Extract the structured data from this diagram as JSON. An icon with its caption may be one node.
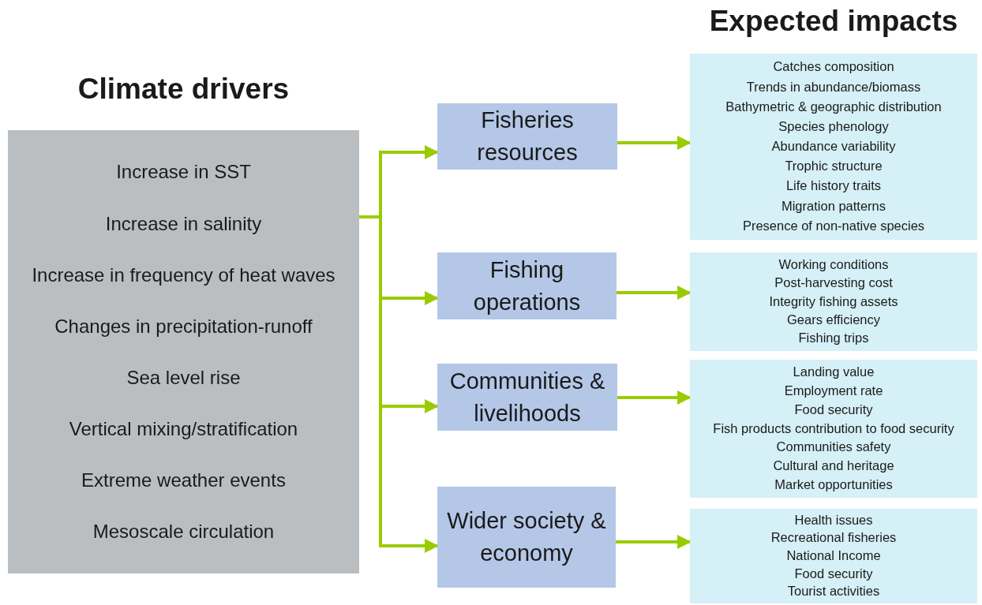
{
  "diagram": {
    "nodes": [
      {
        "text": [
          "Increase in SST",
          "Increase in salinity",
          "Increase in frequency of heat waves",
          "Changes in precipitation-runoff",
          "Sea level rise",
          "Vertical mixing/stratification",
          "Extreme weather events",
          "Mesoscale circulation"
        ]
      },
      {
        "text": [
          "Fisheries resources"
        ]
      },
      {
        "text": [
          "Fishing operations"
        ]
      },
      {
        "text": [
          "Communities & livelihoods"
        ]
      },
      {
        "text": [
          "Wider society & economy"
        ]
      },
      {
        "text": [
          "Catches composition",
          "Trends in abundance/biomass",
          "Bathymetric & geographic distribution",
          "Species phenology",
          "Abundance variability",
          "Trophic structure",
          "Life history traits",
          "Migration patterns",
          "Presence of non-native species"
        ]
      },
      {
        "text": [
          "Working conditions",
          "Post-harvesting cost",
          "Integrity fishing assets",
          "Gears efficiency",
          "Fishing trips"
        ]
      },
      {
        "text": [
          "Landing value",
          "Employment rate",
          "Food security",
          "Fish products contribution to food security",
          "Communities safety",
          "Cultural and heritage",
          "Market opportunities"
        ]
      },
      {
        "text": [
          "Health issues",
          "Recreational fisheries",
          "National Income",
          "Food security",
          "Tourist activities"
        ]
      }
    ],
    "edges": [
      {
        "from": 0,
        "to": 1,
        "arrow": "to"
      },
      {
        "from": 0,
        "to": 2,
        "arrow": "to"
      },
      {
        "from": 0,
        "to": 3,
        "arrow": "to"
      },
      {
        "from": 0,
        "to": 4,
        "arrow": "to"
      },
      {
        "from": 1,
        "to": 5,
        "arrow": "to"
      },
      {
        "from": 2,
        "to": 6,
        "arrow": "to"
      },
      {
        "from": 3,
        "to": 7,
        "arrow": "to"
      },
      {
        "from": 4,
        "to": 8,
        "arrow": "to"
      }
    ],
    "labels": [
      "Climate drivers",
      "Expected impacts"
    ]
  }
}
